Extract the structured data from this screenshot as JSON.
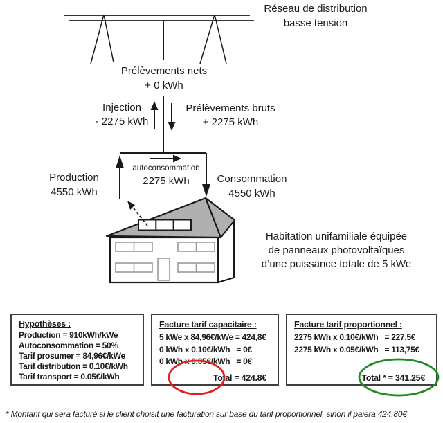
{
  "diagram": {
    "network_label_line1": "Réseau de distribution",
    "network_label_line2": "basse tension",
    "net_withdrawals_label": "Prélèvements nets",
    "net_withdrawals_value": "+ 0 kWh",
    "injection_label": "Injection",
    "injection_value": "- 2275 kWh",
    "gross_withdrawals_label": "Prélèvements bruts",
    "gross_withdrawals_value": "+ 2275 kWh",
    "self_consumption_label": "autoconsommation",
    "self_consumption_value": "2275 kWh",
    "production_label": "Production",
    "production_value": "4550 kWh",
    "consumption_label": "Consommation",
    "consumption_value": "4550 kWh",
    "house_caption_line1": "Habitation unifamiliale équipée",
    "house_caption_line2": "de panneaux photovoltaïques",
    "house_caption_line3": "d’une puissance totale de 5 kWe",
    "line_color": "#1a1a1a",
    "roof_fill": "#b0b0b0",
    "window_stroke": "#9a9a9a"
  },
  "boxes": {
    "hypotheses": {
      "title": "Hypothèses :",
      "lines": [
        "Production = 910kWh/kWe",
        "Autoconsommation = 50%",
        "Tarif prosumer = 84,96€/kWe",
        "Tarif distribution = 0.10€/kWh",
        "Tarif transport = 0.05€/kWh"
      ]
    },
    "capacity_invoice": {
      "title": "Facture tarif capacitaire :",
      "lines": [
        "5 kWe x 84,96€/kWe = 424,8€",
        "0 kWh x 0.10€/kWh   = 0€",
        "0 kWh x 0.05€/kWh   = 0€"
      ],
      "total": "Total = 424.8€"
    },
    "proportional_invoice": {
      "title": "Facture tarif proportionnel :",
      "lines": [
        "2275 kWh x 0.10€/kWh   = 227,5€",
        "2275 kWh x 0.05€/kWh   = 113,75€"
      ],
      "total": "Total * = 341,25€"
    }
  },
  "annotations": {
    "red_circle_color": "#e02020",
    "green_circle_color": "#1e8c1e"
  },
  "footnote": "* Montant qui sera facturé si le client choisit une facturation sur base du tarif proportionnel, sinon il paiera 424.80€"
}
